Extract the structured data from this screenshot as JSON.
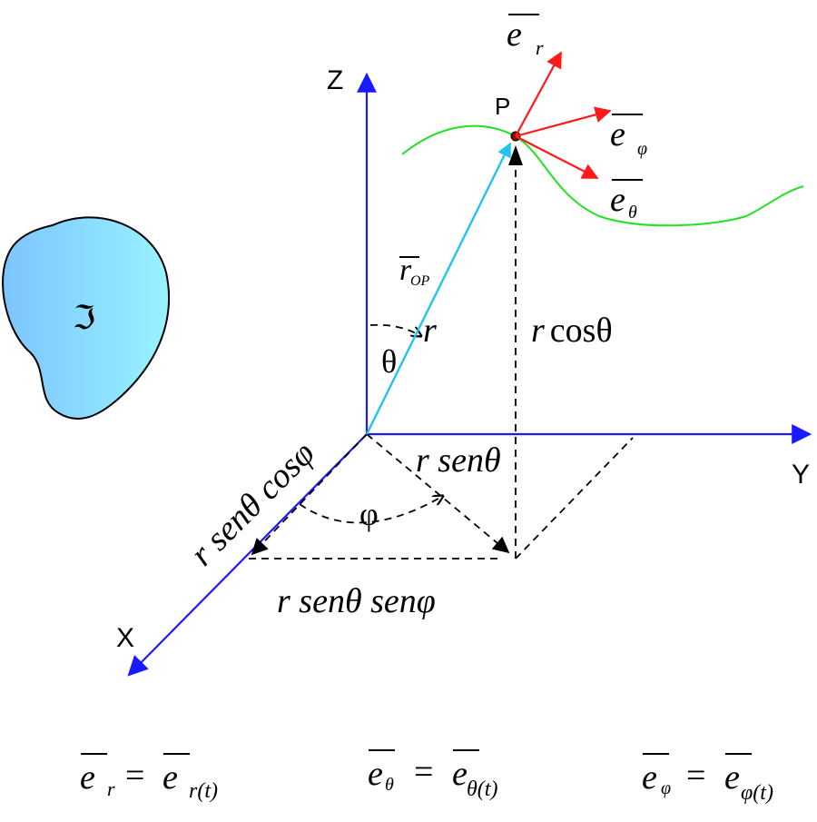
{
  "axes": {
    "z_label": "Z",
    "y_label": "Y",
    "x_label": "X"
  },
  "point": {
    "label": "P"
  },
  "vector": {
    "r_op_main": "r",
    "r_op_sub": "OP"
  },
  "labels": {
    "r_near_vector": "r",
    "theta": "θ",
    "phi": "φ",
    "r_cos_theta_r": "r",
    "r_cos_theta_rest": "cosθ",
    "r_sen_theta": "r senθ",
    "x_projection": "r senθ cosφ",
    "y_projection": "r senθ senφ"
  },
  "unit_vectors": {
    "e_r": {
      "main": "e",
      "sub": "r"
    },
    "e_phi": {
      "main": "e",
      "sub": "φ"
    },
    "e_theta": {
      "main": "e",
      "sub": "θ"
    }
  },
  "frame": {
    "symbol": "ℑ"
  },
  "equations": {
    "eq1": {
      "lhs_main": "e",
      "lhs_sub": "r",
      "eq": "=",
      "rhs_main": "e",
      "rhs_sub": "r(t)"
    },
    "eq2": {
      "lhs_main": "e",
      "lhs_sub": "θ",
      "eq": "=",
      "rhs_main": "e",
      "rhs_sub": "θ(t)"
    },
    "eq3": {
      "lhs_main": "e",
      "lhs_sub": "φ",
      "eq": "=",
      "rhs_main": "e",
      "rhs_sub": "φ(t)"
    }
  },
  "colors": {
    "axis": "#1a1aff",
    "vector_op": "#22c3f0",
    "unit_vector": "#ff1a1a",
    "curve": "#22e022",
    "frame_fill_start": "#7cc4ff",
    "frame_fill_end": "#99f3ff",
    "dashed": "#000000"
  }
}
